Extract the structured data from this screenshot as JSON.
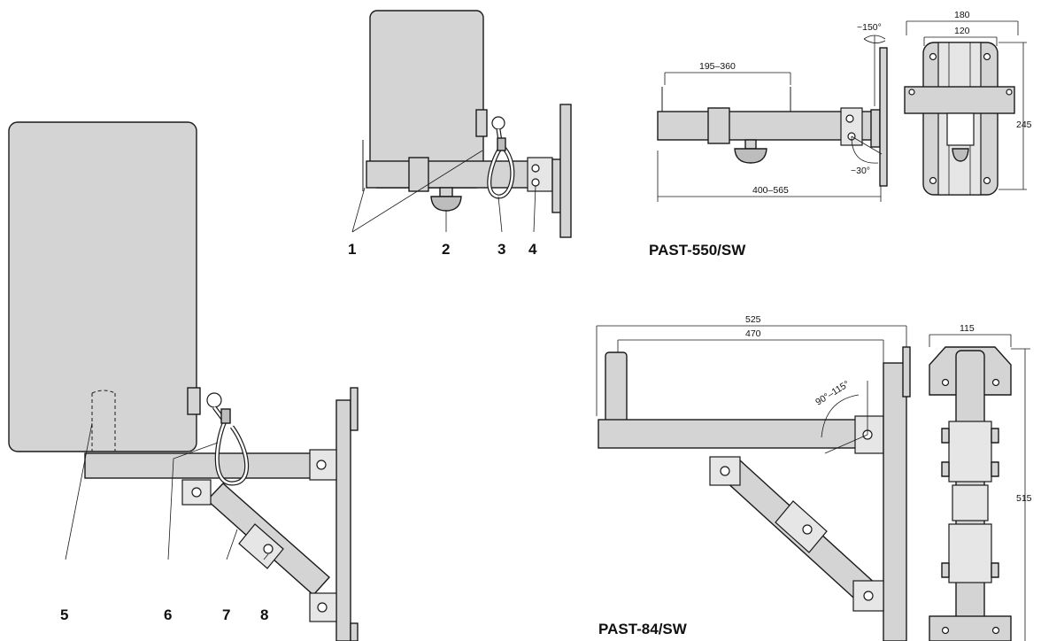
{
  "callouts": [
    "1",
    "2",
    "3",
    "4",
    "5",
    "6",
    "7",
    "8"
  ],
  "models": {
    "past550": "PAST-550/SW",
    "past84": "PAST-84/SW"
  },
  "dimensions": {
    "past550": {
      "arm_range": "195–360",
      "overall_range": "400–565",
      "rotation": "~150°",
      "tilt": "~30°",
      "plate_width_outer": "180",
      "plate_width_inner": "120",
      "plate_height": "245"
    },
    "past84": {
      "overall": "525",
      "arm": "470",
      "tilt_range": "90°–115°",
      "plate_width": "115",
      "plate_height": "515"
    }
  },
  "colors": {
    "metal": "#d4d4d4",
    "outline": "#1a1a1a"
  }
}
